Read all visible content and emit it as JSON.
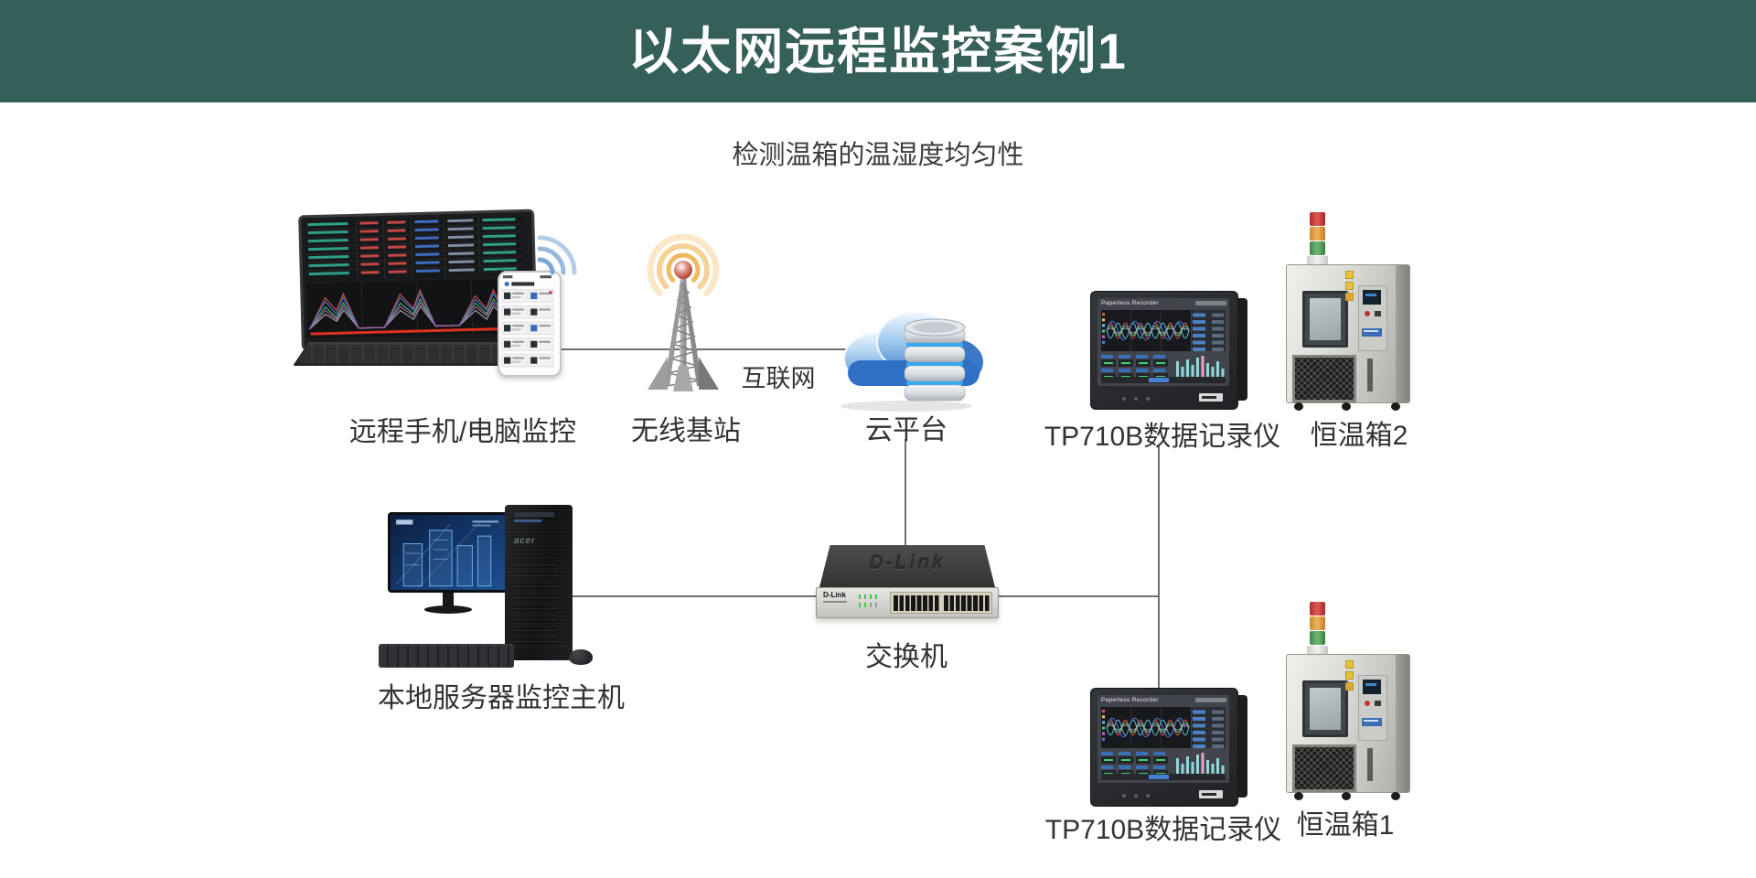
{
  "header": {
    "title": "以太网远程监控案例1",
    "bg_color": "#35605a",
    "text_color": "#ffffff"
  },
  "subtitle": "检测温箱的温湿度均匀性",
  "diagram": {
    "line_color": "#6e6e6e",
    "links": {
      "internet_label": "互联网"
    },
    "nodes": {
      "remote_monitor": {
        "label": "远程手机/电脑监控"
      },
      "base_station": {
        "label": "无线基站"
      },
      "cloud_platform": {
        "label": "云平台"
      },
      "recorder_top": {
        "label": "TP710B数据记录仪",
        "screen_title": "Paperless Recorder"
      },
      "chamber_2": {
        "label": "恒温箱2"
      },
      "local_server": {
        "label": "本地服务器监控主机",
        "brand": "acer"
      },
      "switch": {
        "label": "交换机",
        "brand": "D-Link",
        "brand_front": "D-Link"
      },
      "recorder_bottom": {
        "label": "TP710B数据记录仪",
        "screen_title": "Paperless Recorder"
      },
      "chamber_1": {
        "label": "恒温箱1"
      }
    }
  }
}
